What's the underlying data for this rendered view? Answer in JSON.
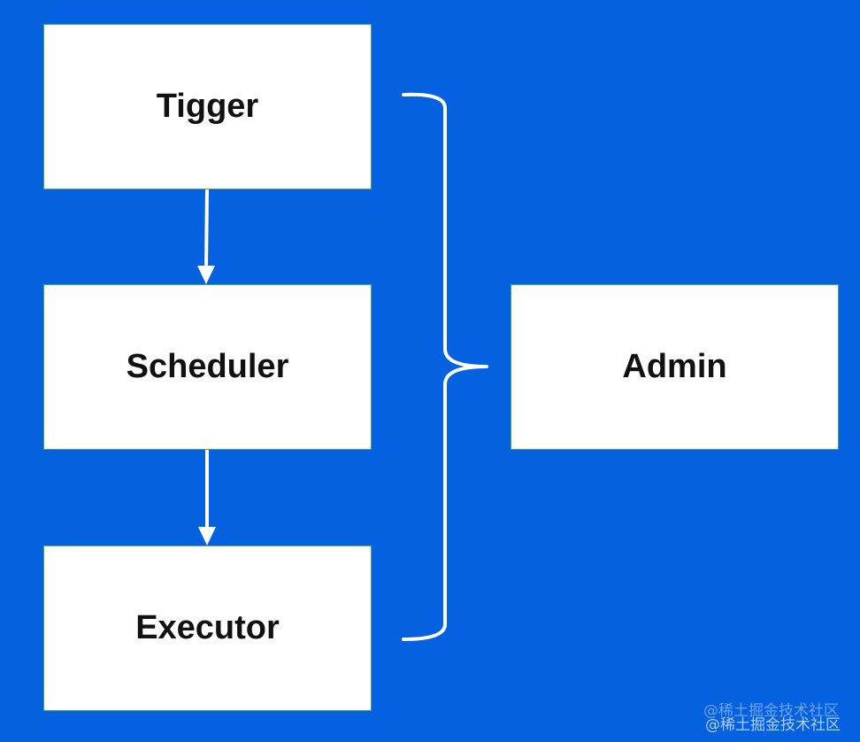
{
  "nodes": {
    "tigger": "Tigger",
    "scheduler": "Scheduler",
    "executor": "Executor",
    "admin": "Admin"
  },
  "watermark": "@稀土掘金技术社区",
  "colors": {
    "background": "#0462e0",
    "node_fill": "#ffffff",
    "node_border": "#4aa56e",
    "connector": "#ffffff"
  }
}
